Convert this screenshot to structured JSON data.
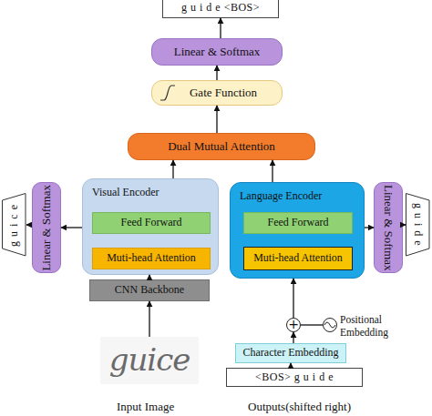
{
  "diagram": {
    "nodes": [
      {
        "text": [
          "g u i d e <BOS>"
        ]
      },
      {
        "text": [
          "Linear & Softmax"
        ]
      },
      {
        "text": [
          "Gate Function"
        ]
      },
      {
        "text": [
          "Dual Mutual Attention"
        ]
      },
      {
        "text": [
          "g u i c e"
        ]
      },
      {
        "text": [
          "Linear & Softmax"
        ]
      },
      {
        "text": [
          "Visual Encoder"
        ]
      },
      {
        "text": [
          "Feed Forward"
        ],
        "in": 6
      },
      {
        "text": [
          "Muti-head Attention"
        ],
        "in": 6
      },
      {
        "text": [
          "Language Encoder"
        ]
      },
      {
        "text": [
          "Feed Forward"
        ],
        "in": 9
      },
      {
        "text": [
          "Muti-head Attention"
        ],
        "in": 9
      },
      {
        "text": [
          "Linear & Softmax"
        ]
      },
      {
        "text": [
          "g u i d e"
        ]
      },
      {
        "text": [
          "CNN Backbone"
        ]
      },
      {
        "text": [
          "+"
        ]
      },
      {
        "text": [
          "Positional Embedding"
        ]
      },
      {
        "text": [
          "Character Embedding"
        ]
      },
      {
        "text": [
          "guice"
        ]
      },
      {
        "text": [
          "<BOS> g u i d e"
        ]
      }
    ],
    "edges": [
      {
        "from": 18,
        "to": 14,
        "arrow": "to"
      },
      {
        "from": 14,
        "to": 6,
        "arrow": "to"
      },
      {
        "from": 6,
        "to": 3,
        "arrow": "to"
      },
      {
        "from": 9,
        "to": 3,
        "arrow": "to"
      },
      {
        "from": 3,
        "to": 2,
        "arrow": "to"
      },
      {
        "from": 2,
        "to": 1,
        "arrow": "to"
      },
      {
        "from": 1,
        "to": 0,
        "arrow": "to"
      },
      {
        "from": 6,
        "to": 5,
        "arrow": "to"
      },
      {
        "from": 5,
        "to": 4,
        "arrow": "to"
      },
      {
        "from": 9,
        "to": 12,
        "arrow": "to"
      },
      {
        "from": 12,
        "to": 13,
        "arrow": "to"
      },
      {
        "from": 19,
        "to": 17,
        "arrow": "to"
      },
      {
        "from": 17,
        "to": 15,
        "arrow": "to"
      },
      {
        "from": 16,
        "to": 15,
        "arrow": "none"
      },
      {
        "from": 15,
        "to": 9,
        "arrow": "to"
      }
    ],
    "labels": [
      "Input Image",
      "Outputs(shifted right)"
    ]
  }
}
